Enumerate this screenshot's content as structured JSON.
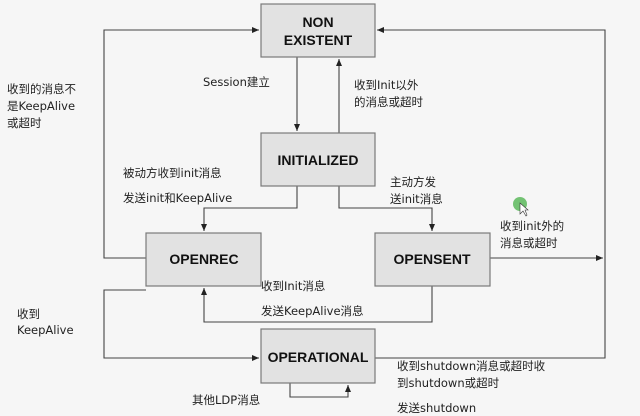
{
  "states": {
    "non_existent": [
      "NON",
      "EXISTENT"
    ],
    "initialized": "INITIALIZED",
    "openrec": "OPENREC",
    "opensent": "OPENSENT",
    "operational": "OPERATIONAL"
  },
  "transitions": {
    "session_established": "Session建立",
    "init_other": [
      "收到Init以外",
      "的消息或超时"
    ],
    "not_keepalive": [
      "收到的消息不",
      "是KeepAlive",
      "或超时"
    ],
    "passive_recv": [
      "被动方收到init消息",
      "发送init和KeepAlive"
    ],
    "active_send": [
      "主动方发",
      "送init消息"
    ],
    "opensent_other": [
      "收到init外的",
      "消息或超时"
    ],
    "recv_init": [
      "收到Init消息",
      "发送KeepAlive消息"
    ],
    "recv_keepalive": [
      "收到",
      "KeepAlive"
    ],
    "other_ldp": "其他LDP消息",
    "shutdown": [
      "收到shutdown消息或超时收",
      "到shutdown或超时",
      "发送shutdown"
    ]
  },
  "colors": {
    "box": "#e2e2e2",
    "cursor": "#5cb85c"
  }
}
